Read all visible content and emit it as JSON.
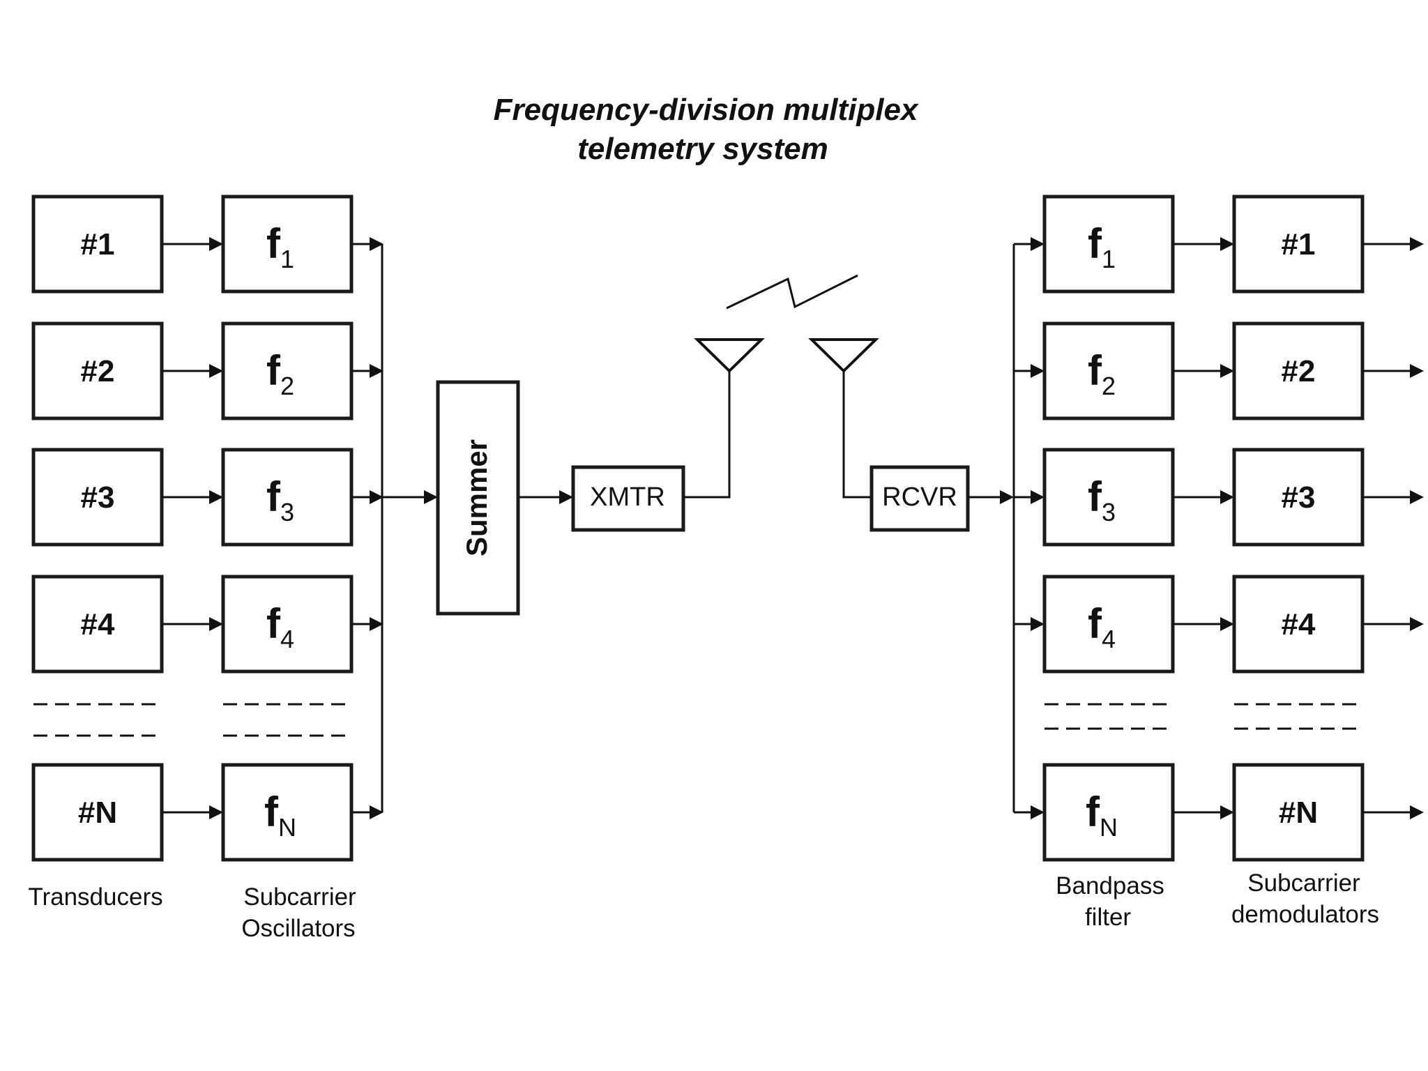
{
  "title": {
    "line1": "Frequency-division multiplex",
    "line2": "telemetry system"
  },
  "transducers": [
    "#1",
    "#2",
    "#3",
    "#4",
    "#N"
  ],
  "oscillators": [
    {
      "base": "f",
      "sub": "1"
    },
    {
      "base": "f",
      "sub": "2"
    },
    {
      "base": "f",
      "sub": "3"
    },
    {
      "base": "f",
      "sub": "4"
    },
    {
      "base": "f",
      "sub": "N"
    }
  ],
  "summer": "Summer",
  "xmtr": "XMTR",
  "rcvr": "RCVR",
  "filters": [
    {
      "base": "f",
      "sub": "1"
    },
    {
      "base": "f",
      "sub": "2"
    },
    {
      "base": "f",
      "sub": "3"
    },
    {
      "base": "f",
      "sub": "4"
    },
    {
      "base": "f",
      "sub": "N"
    }
  ],
  "demodulators": [
    "#1",
    "#2",
    "#3",
    "#4",
    "#N"
  ],
  "captions": {
    "transducers": "Transducers",
    "oscillators": [
      "Subcarrier",
      "Oscillators"
    ],
    "filters": [
      "Bandpass",
      "filter"
    ],
    "demodulators": [
      "Subcarrier",
      "demodulators"
    ]
  }
}
